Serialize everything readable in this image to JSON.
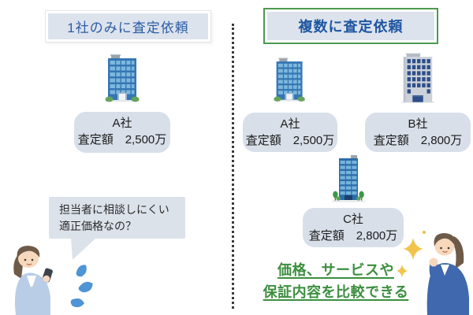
{
  "left_panel": {
    "title": "1社のみに査定依頼",
    "company": {
      "name": "A社",
      "value": "査定額　2,500万"
    },
    "speech": {
      "line1": "担当者に相談しにくい",
      "line2": "適正価格なの？"
    }
  },
  "right_panel": {
    "title": "複数に査定依頼",
    "companies": [
      {
        "name": "A社",
        "value": "査定額　2,500万"
      },
      {
        "name": "B社",
        "value": "査定額　2,800万"
      },
      {
        "name": "C社",
        "value": "査定額　2,800万"
      }
    ],
    "benefit": {
      "line1": "価格、サービスや",
      "line2": "保証内容を比較できる"
    }
  },
  "icons": {
    "left_building": "office-building-blue-icon",
    "right_building_a": "office-building-blue-icon",
    "right_building_b": "office-building-gray-icon",
    "right_building_c": "office-building-tall-blue-icon",
    "worried_person": "worried-woman-with-phone-icon",
    "sweat": "sweat-drops-icon",
    "happy_person": "happy-woman-icon",
    "sparkles": "sparkles-icon",
    "divider": "dotted-vertical-divider"
  },
  "colors": {
    "heading_text": "#2b5ca6",
    "heading_bg": "#dde3ec",
    "green_border": "#4c9a50",
    "benefit_text": "#3c8f3f",
    "label_bubble_bg": "#d8dfe9",
    "speech_bubble_bg": "#dce2ea",
    "building_blue": "#3676b3",
    "building_gray": "#cdd2da",
    "divider_color": "#3a3a3a"
  }
}
